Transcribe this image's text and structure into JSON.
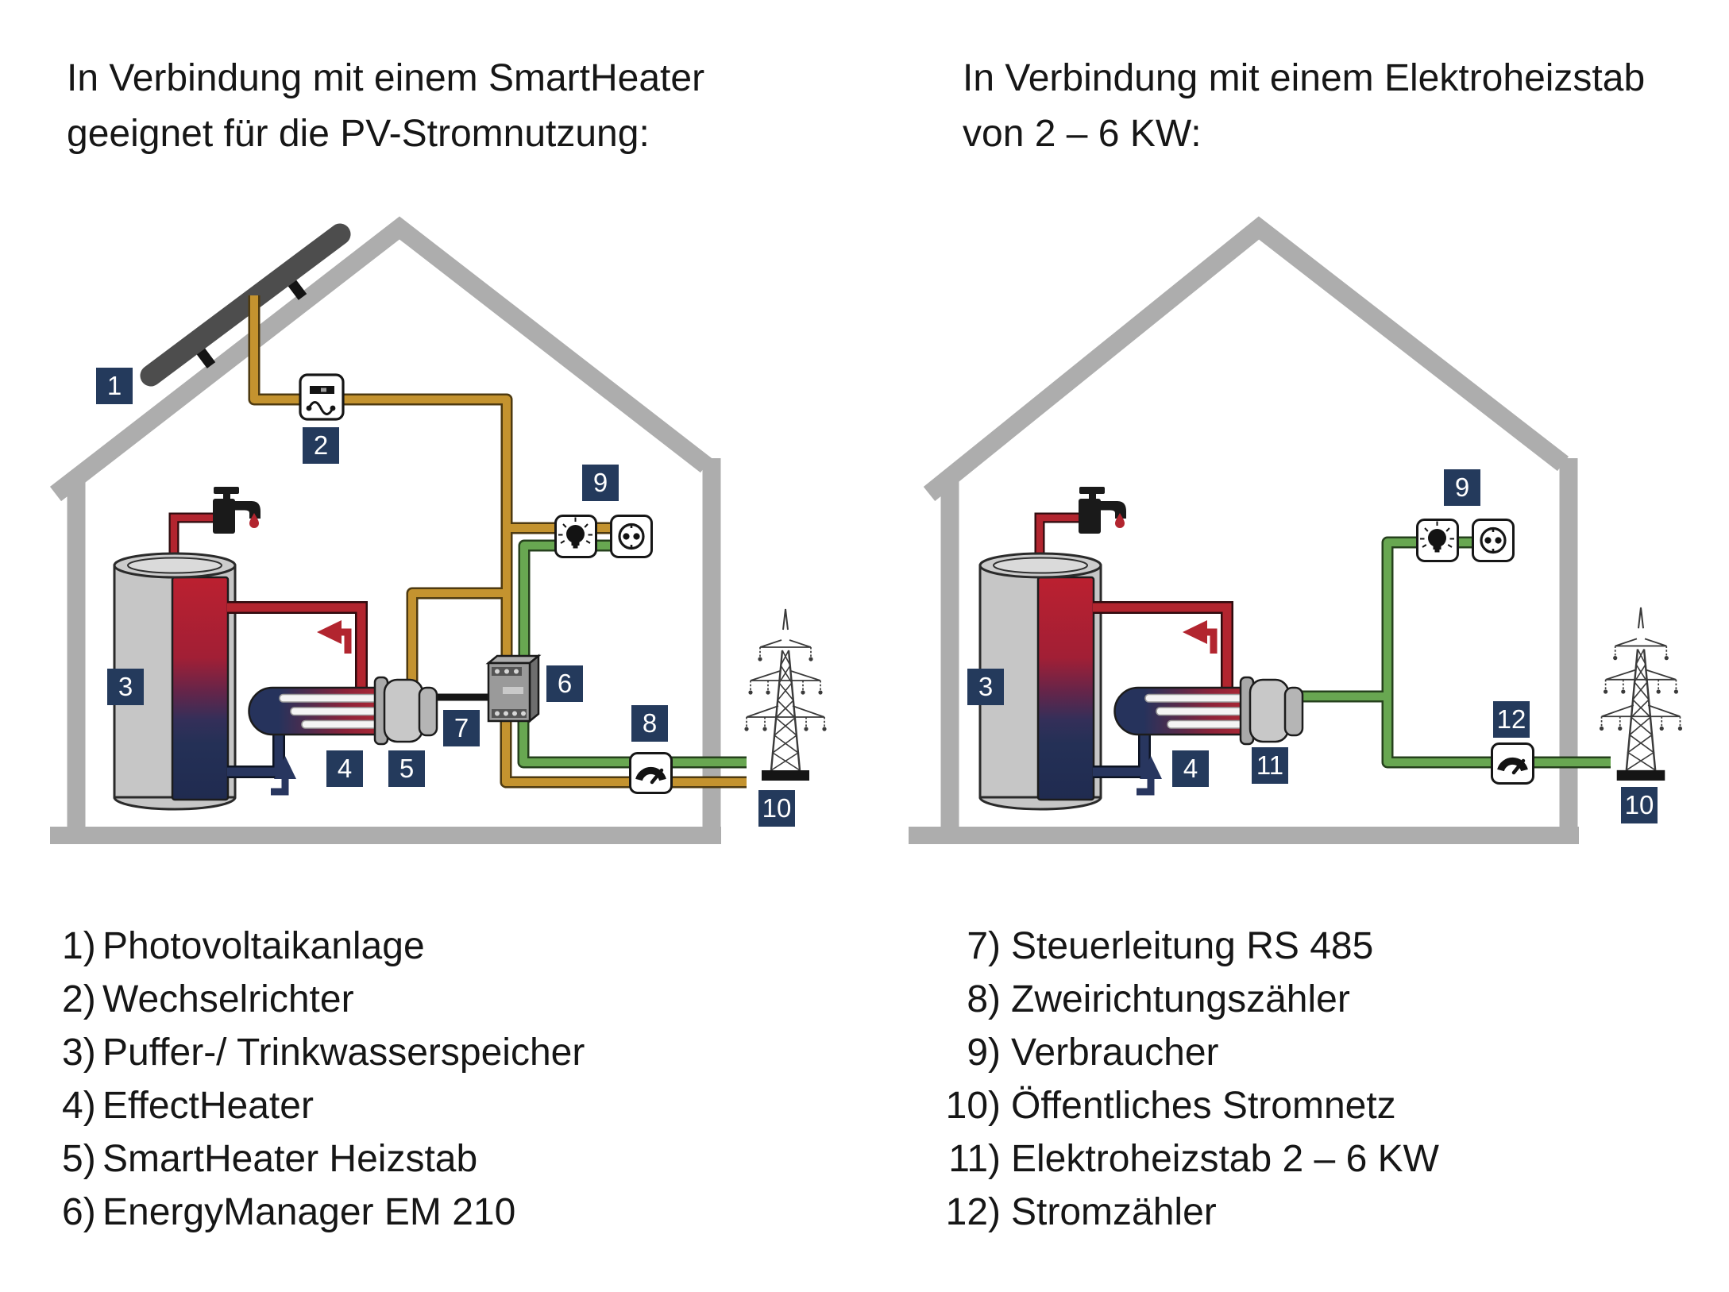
{
  "titles": {
    "left": {
      "line1": "In Verbindung mit einem SmartHeater",
      "line2": "geeignet für die PV-Stromnutzung:"
    },
    "right": {
      "line1": "In Verbindung mit einem Elektroheizstab",
      "line2": "von 2 – 6 KW:"
    }
  },
  "markers": {
    "m1": "1",
    "m2": "2",
    "m3": "3",
    "m4": "4",
    "m5": "5",
    "m6": "6",
    "m7": "7",
    "m8": "8",
    "m9": "9",
    "m10": "10",
    "m11": "11",
    "m12": "12"
  },
  "legend": {
    "left": [
      {
        "n": "1)",
        "t": "Photovoltaikanlage"
      },
      {
        "n": "2)",
        "t": "Wechselrichter"
      },
      {
        "n": "3)",
        "t": "Puffer-/ Trinkwasserspeicher"
      },
      {
        "n": "4)",
        "t": "EffectHeater"
      },
      {
        "n": "5)",
        "t": "SmartHeater Heizstab"
      },
      {
        "n": "6)",
        "t": "EnergyManager EM 210"
      }
    ],
    "right": [
      {
        "n": "7)",
        "t": "Steuerleitung RS 485"
      },
      {
        "n": "8)",
        "t": "Zweirichtungszähler"
      },
      {
        "n": "9)",
        "t": "Verbraucher"
      },
      {
        "n": "10)",
        "t": "Öffentliches Stromnetz"
      },
      {
        "n": "11)",
        "t": "Elektroheizstab 2 – 6 KW"
      },
      {
        "n": "12)",
        "t": "Stromzähler"
      }
    ]
  },
  "colors": {
    "marker_bg": "#243A5C",
    "wire_pv_gold": "#C4932F",
    "wire_grid_green": "#68A751",
    "pipe_hot_red": "#B2252F",
    "pipe_cold_navy": "#28365F",
    "house_gray": "#ADADAD",
    "control_wire_black": "#161616"
  },
  "icons": {
    "pv_panel": "solar-panel-bar",
    "inverter": "dc-ac-sine-box",
    "consumer": "lightbulb-and-socket",
    "meter": "gauge-box",
    "grid": "transmission-tower",
    "tap": "faucet-with-drip"
  }
}
